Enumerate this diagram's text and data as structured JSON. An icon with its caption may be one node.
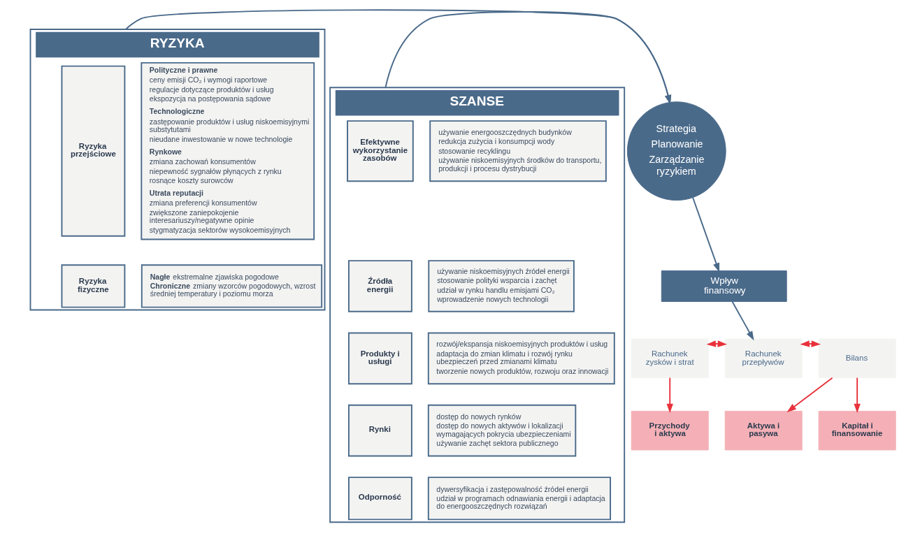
{
  "diagram": {
    "nodes": [
      {
        "text": [
          "RYZYKA"
        ]
      },
      {
        "text": [
          "Ryzyka przejściowe"
        ],
        "in": 0
      },
      {
        "text": [
          "Polityczne i prawne",
          "ceny emisji CO₂ i wymogi raportowe",
          "regulacje dotyczące produktów i usług",
          "ekspozycja na postępowania sądowe",
          "Technologiczne",
          "zastępowanie produktów i usług niskoemisyjnymi substytutami",
          "nieudane inwestowanie w nowe technologie",
          "Rynkowe",
          "zmiana zachowań konsumentów",
          "niepewność sygnałów płynących z rynku",
          "rosnące koszty surowców",
          "Utrata reputacji",
          "zmiana preferencji konsumentów",
          "zwiększone zaniepokojenie interesariuszy/negatywne opinie",
          "stygmatyzacja sektorów wysokoemisyjnych"
        ],
        "in": 0
      },
      {
        "text": [
          "Ryzyka fizyczne"
        ],
        "in": 0
      },
      {
        "text": [
          "**Nagłe** ekstremalne zjawiska pogodowe",
          "**Chroniczne** zmiany wzorców pogodowych, wzrost średniej temperatury i poziomu morza"
        ],
        "in": 0
      },
      {
        "text": [
          "SZANSE"
        ]
      },
      {
        "text": [
          "Efektywne wykorzystanie zasobów"
        ],
        "in": 5
      },
      {
        "text": [
          "używanie energooszczędnych budynków",
          "redukcja zużycia i konsumpcji wody",
          "stosowanie recyklingu",
          "używanie niskoemisyjnych środków do transportu, produkcji i procesu dystrybucji"
        ],
        "in": 5
      },
      {
        "text": [
          "Źródła energii"
        ],
        "in": 5
      },
      {
        "text": [
          "używanie niskoemisyjnych źródeł energii",
          "stosowanie polityki wsparcia i zachęt",
          "udział w rynku handlu emisjami CO₂",
          "wprowadzenie nowych technologii"
        ],
        "in": 5
      },
      {
        "text": [
          "Produkty i usługi"
        ],
        "in": 5
      },
      {
        "text": [
          "rozwój/ekspansja niskoemisyjnych produktów i usług",
          "adaptacja do zmian klimatu i rozwój rynku ubezpieczeń przed zmianami klimatu",
          "tworzenie nowych produktów, rozwoju oraz innowacji"
        ],
        "in": 5
      },
      {
        "text": [
          "Rynki"
        ],
        "in": 5
      },
      {
        "text": [
          "dostęp do nowych rynków",
          "dostęp do nowych aktywów i lokalizacji wymagających pokrycia ubezpieczeniami",
          "używanie zachęt sektora publicznego"
        ],
        "in": 5
      },
      {
        "text": [
          "Odporność"
        ],
        "in": 5
      },
      {
        "text": [
          "dywersyfikacja i zastępowalność źródeł energii",
          "udział w programach odnawiania energii i adaptacja do energooszczędnych rozwiązań"
        ],
        "in": 5
      },
      {
        "text": [
          "Strategia",
          "Planowanie",
          "Zarządzanie ryzykiem"
        ]
      },
      {
        "text": [
          "Wpływ finansowy"
        ]
      },
      {
        "text": [
          "Rachunek zysków i strat"
        ]
      },
      {
        "text": [
          "Rachunek przepływów"
        ]
      },
      {
        "text": [
          "Bilans"
        ]
      },
      {
        "text": [
          "Przychody i aktywa"
        ]
      },
      {
        "text": [
          "Aktywa i pasywa"
        ]
      },
      {
        "text": [
          "Kapitał i finansowanie"
        ]
      }
    ],
    "edges": [
      {
        "from": 0,
        "to": 16,
        "arrow": "to",
        "color": "#4a6a8a"
      },
      {
        "from": 5,
        "to": 16,
        "arrow": "to",
        "color": "#4a6a8a"
      },
      {
        "from": 16,
        "to": 17,
        "arrow": "to",
        "color": "#4a6a8a"
      },
      {
        "from": 17,
        "to": 19,
        "arrow": "to",
        "color": "#4a6a8a"
      },
      {
        "from": 18,
        "to": 19,
        "arrow": "both"
      },
      {
        "from": 19,
        "to": 20,
        "arrow": "both"
      },
      {
        "from": 18,
        "to": 21,
        "arrow": "to"
      },
      {
        "from": 20,
        "to": 22,
        "arrow": "to"
      },
      {
        "from": 20,
        "to": 23,
        "arrow": "to"
      }
    ]
  }
}
